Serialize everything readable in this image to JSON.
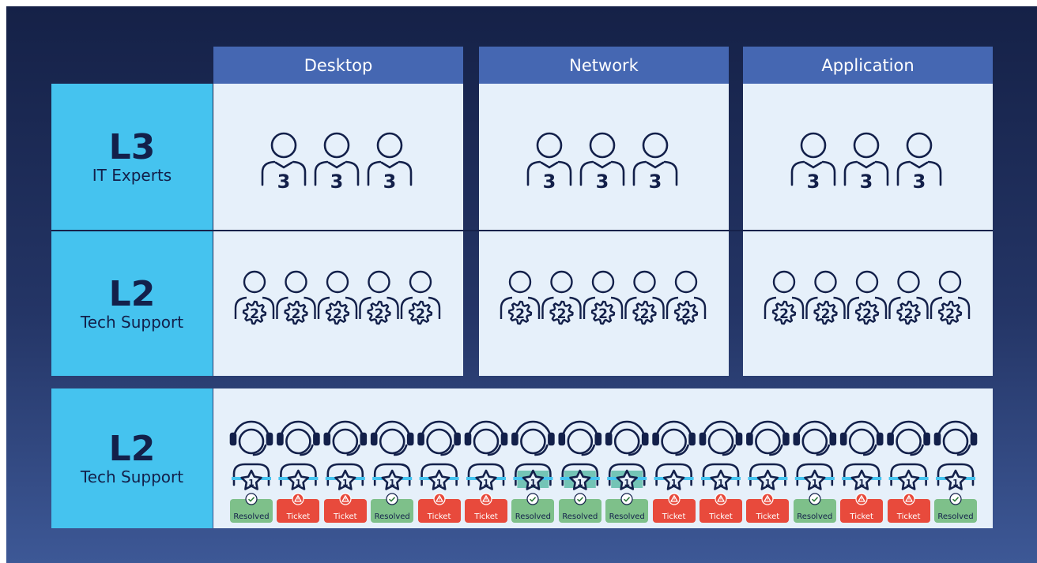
{
  "columns": [
    {
      "label": "Desktop"
    },
    {
      "label": "Network"
    },
    {
      "label": "Application"
    }
  ],
  "rows": [
    {
      "level": "L3",
      "title": "IT Experts",
      "badge": "3",
      "per_column": 3
    },
    {
      "level": "L2",
      "title": "Tech Support",
      "badge": "2",
      "per_column": 5
    }
  ],
  "bottom_row": {
    "level": "L2",
    "title": "Tech Support",
    "badge": "1",
    "agents": [
      {
        "status": "Resolved"
      },
      {
        "status": "Ticket"
      },
      {
        "status": "Ticket"
      },
      {
        "status": "Resolved"
      },
      {
        "status": "Ticket"
      },
      {
        "status": "Ticket"
      },
      {
        "status": "Resolved"
      },
      {
        "status": "Resolved"
      },
      {
        "status": "Resolved"
      },
      {
        "status": "Ticket"
      },
      {
        "status": "Ticket"
      },
      {
        "status": "Ticket"
      },
      {
        "status": "Resolved"
      },
      {
        "status": "Ticket"
      },
      {
        "status": "Ticket"
      },
      {
        "status": "Resolved"
      }
    ]
  },
  "colors": {
    "background_top": "#152147",
    "background_bottom": "#3d5896",
    "column_header": "#4567b2",
    "row_header": "#45c3ef",
    "cell": "#e6f0fa",
    "icon": "#13204a",
    "accent": "#45c3ef",
    "resolved": "#7ec08a",
    "ticket": "#e84a3c"
  },
  "icons": {
    "expert": "user-icon",
    "support": "gear-user-icon",
    "agent": "headset-agent-icon",
    "resolved": "checkmark-icon",
    "ticket": "warning-icon"
  }
}
